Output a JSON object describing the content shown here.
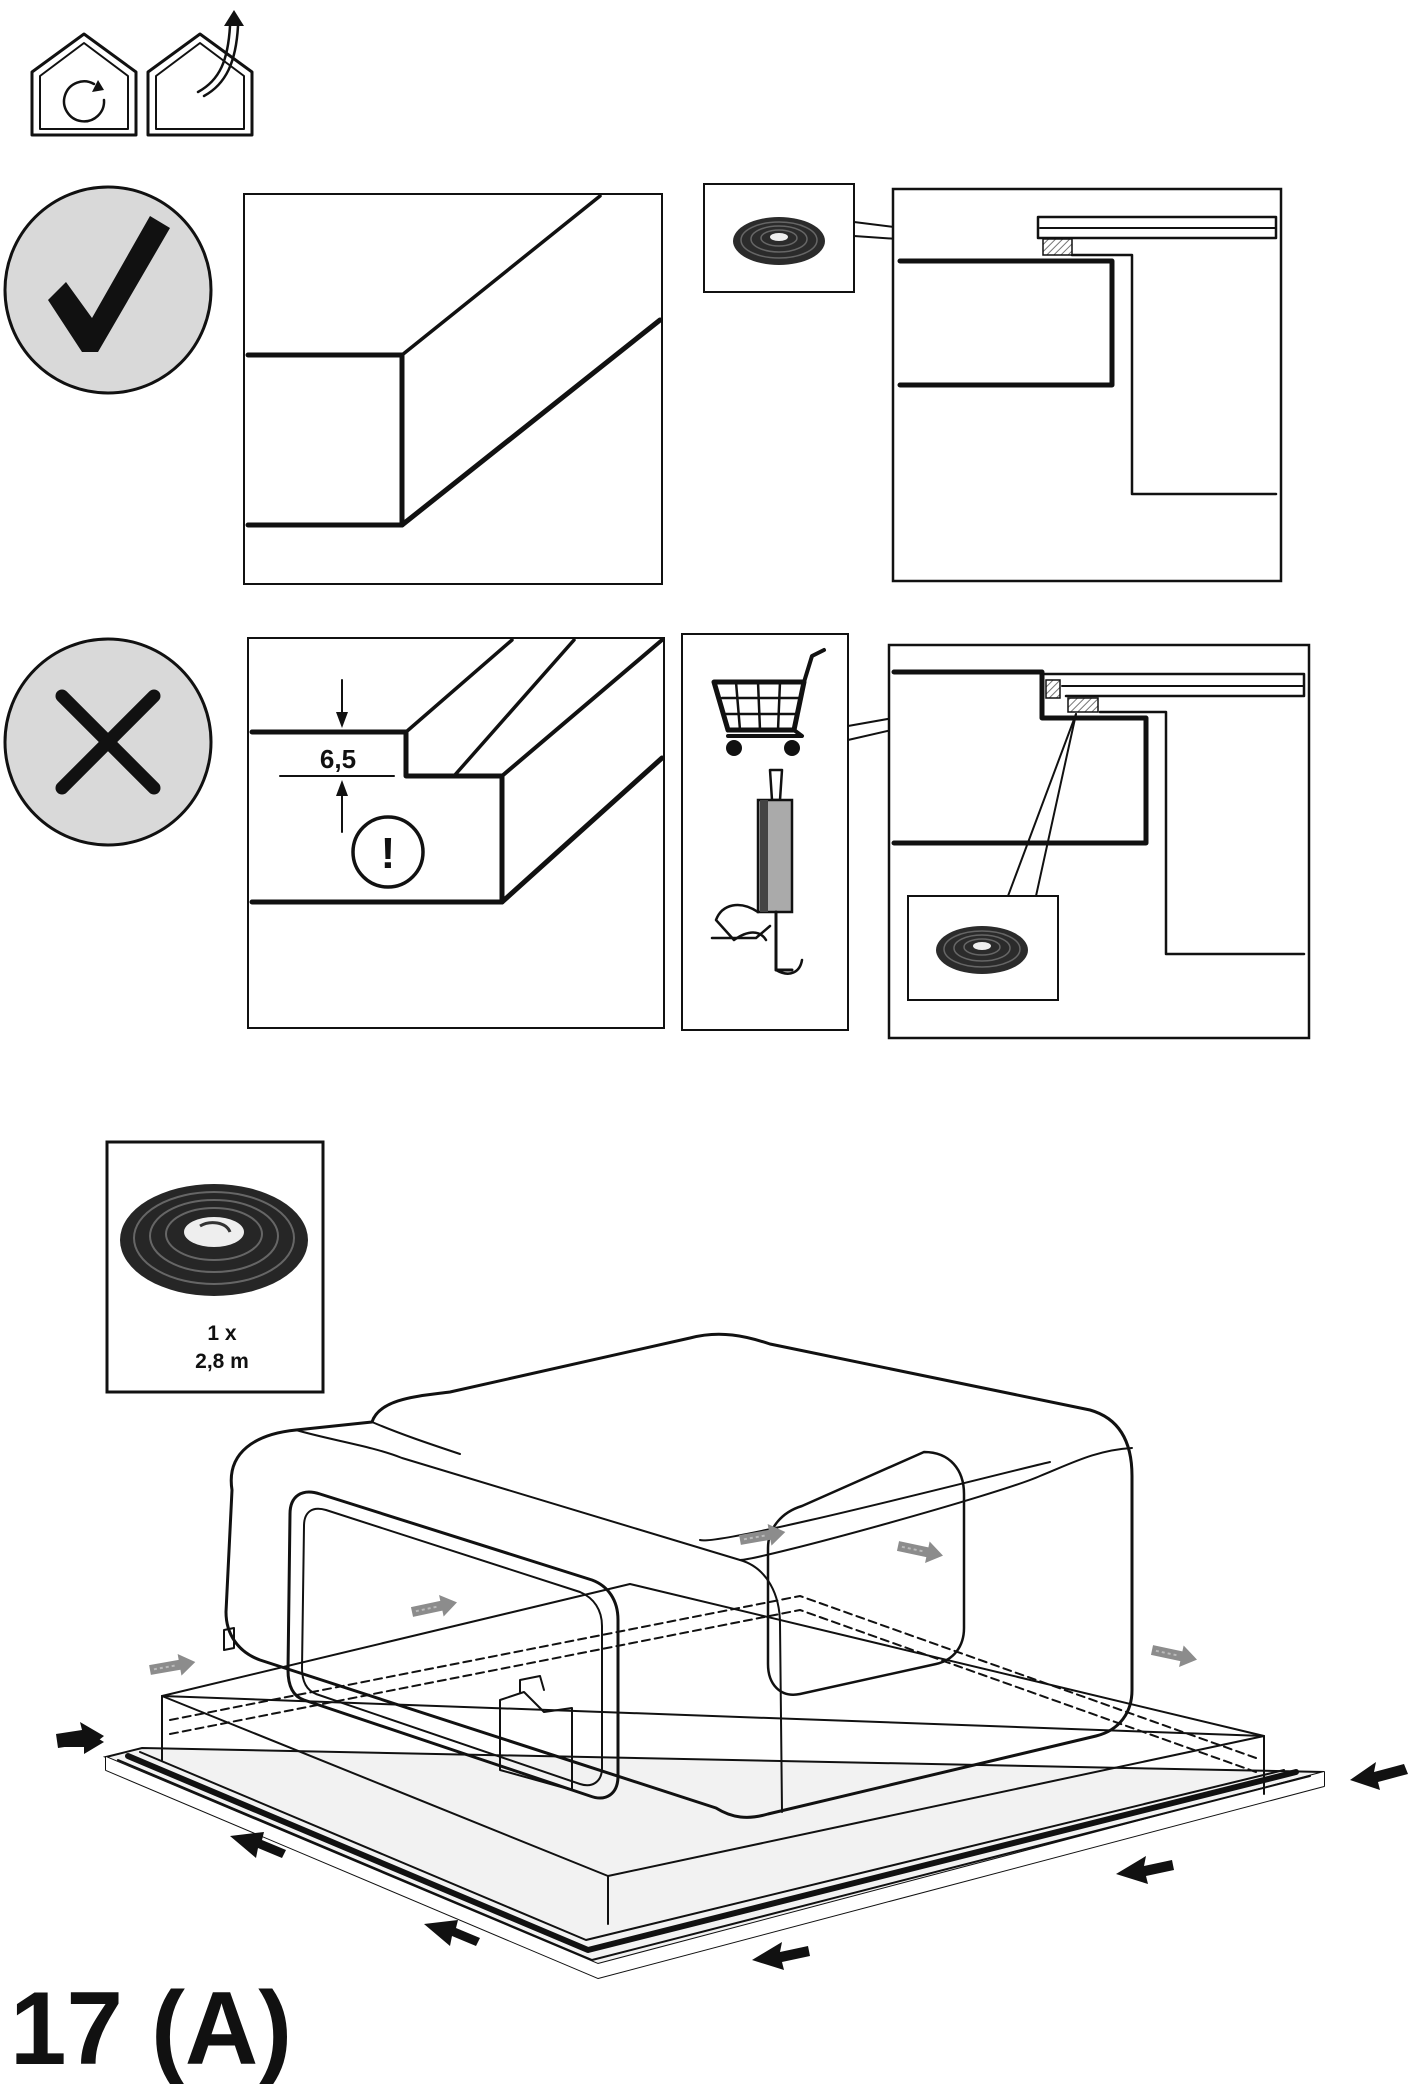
{
  "labels": {
    "gap_dimension": "6,5",
    "seal_quantity": "1 x",
    "seal_length": "2,8 m",
    "figure_number": "17 (A)",
    "warning_mark": "!"
  },
  "icons": {
    "house_rotate": "house-rotate-icon",
    "house_exhaust": "house-exhaust-icon",
    "correct": "checkmark-icon",
    "incorrect": "cross-icon",
    "shopping_cart": "shopping-cart-icon",
    "sealant_gun": "sealant-gun-icon",
    "seal_roll": "seal-roll-icon",
    "warning": "warning-icon",
    "flow_arrow": "arrow-icon"
  },
  "colors": {
    "line": "#111111",
    "circle_fill": "#d9d9d9",
    "seal": "#2b2b2b",
    "flow_arrow": "#8c8c8c",
    "hatch": "#777777"
  }
}
